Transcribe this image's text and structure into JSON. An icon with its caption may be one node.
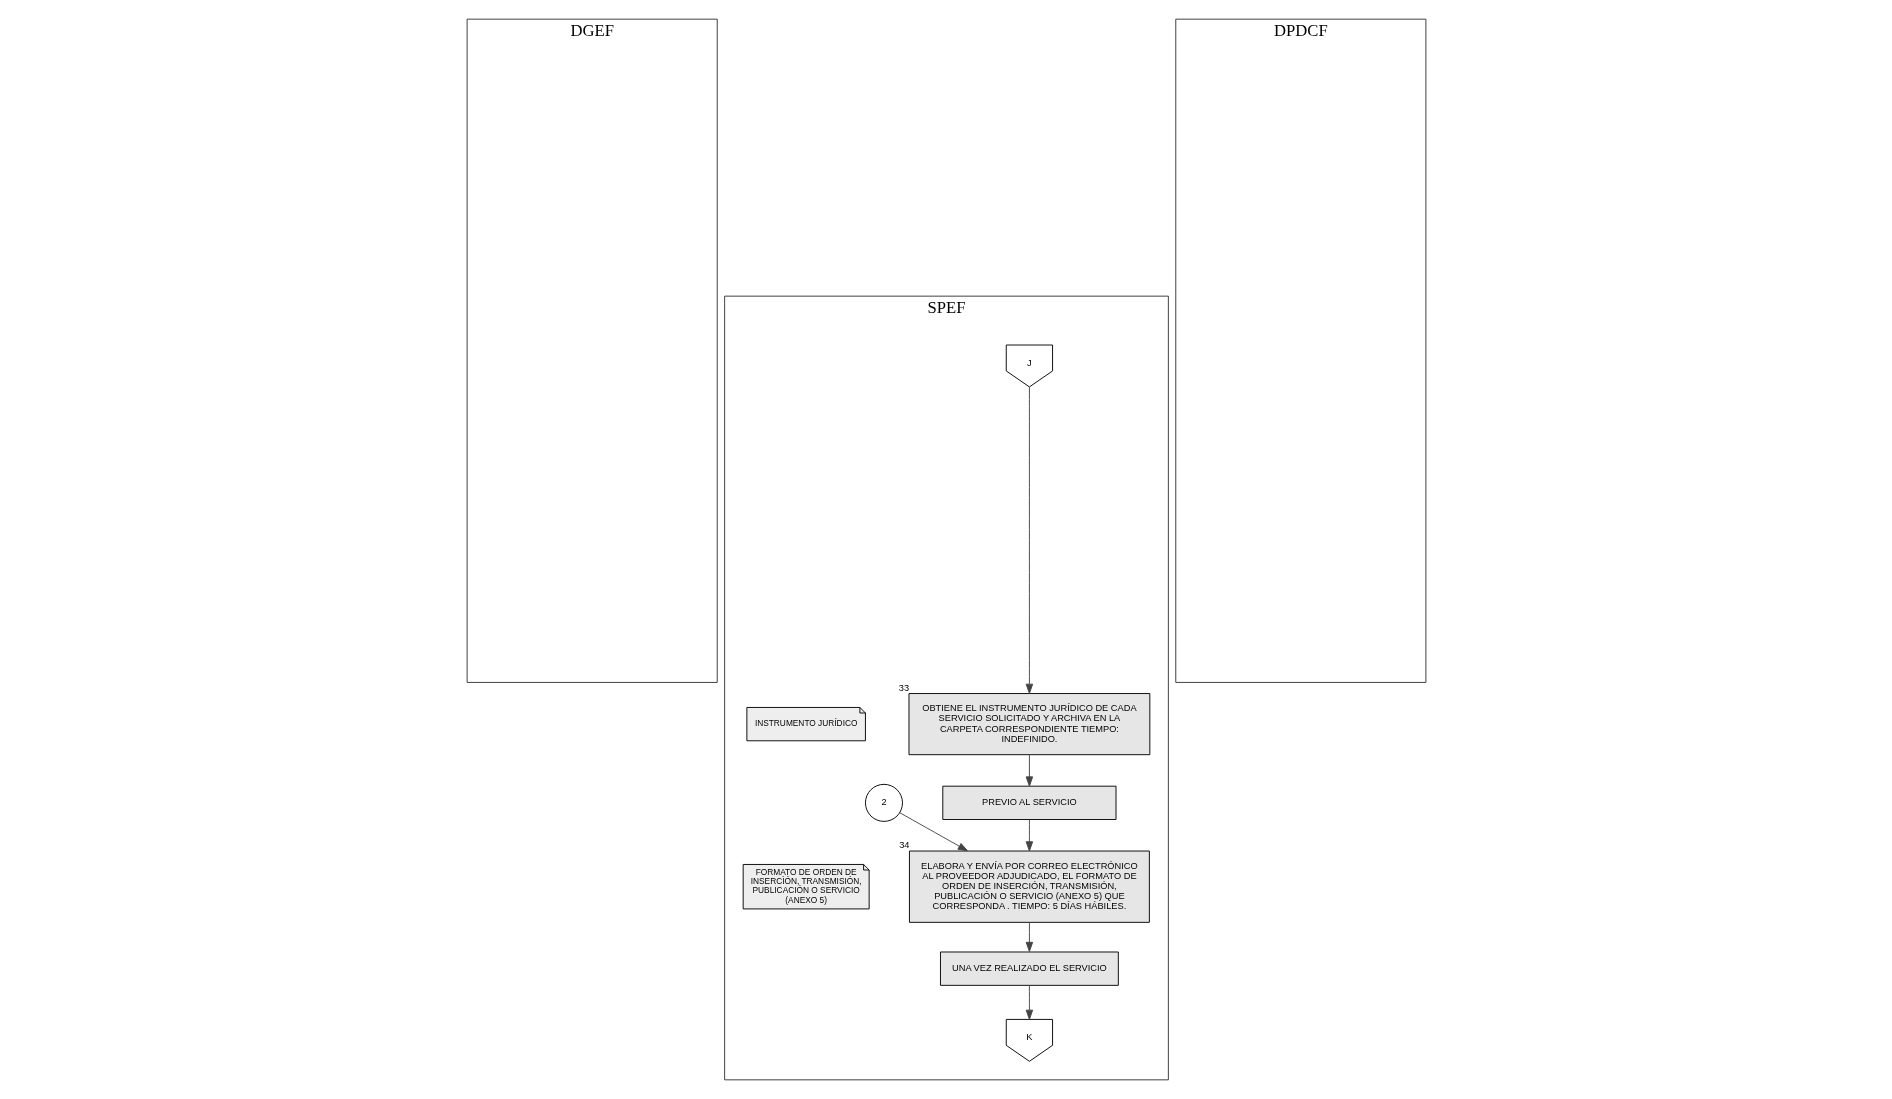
{
  "diagram": {
    "nodes": [
      {
        "text": [
          "DGEF"
        ]
      },
      {
        "text": [
          "SPEF"
        ]
      },
      {
        "text": [
          "DPDCF"
        ]
      },
      {
        "text": [
          "J"
        ],
        "in": 1
      },
      {
        "text": [
          "OBTIENE EL INSTRUMENTO JURÍDICO DE CADA SERVICIO SOLICITADO Y ARCHIVA EN LA CARPETA CORRESPONDIENTE TIEMPO: INDEFINIDO."
        ],
        "beside": [
          "33"
        ],
        "in": 1
      },
      {
        "text": [
          "INSTRUMENTO JURÍDICO"
        ],
        "in": 1
      },
      {
        "text": [
          "PREVIO AL SERVICIO"
        ],
        "in": 1
      },
      {
        "text": [
          "2"
        ],
        "in": 1
      },
      {
        "text": [
          "ELABORA Y ENVÍA POR CORREO ELECTRÓNICO AL PROVEEDOR ADJUDICADO, EL FORMATO DE ORDEN DE INSERCIÓN, TRANSMISIÓN, PUBLICACIÓN O SERVICIO (ANEXO 5) QUE CORRESPONDA . TIEMPO: 5 DÍAS HÁBILES."
        ],
        "beside": [
          "34"
        ],
        "in": 1
      },
      {
        "text": [
          "FORMATO DE ORDEN DE INSERCÌÓN, TRANSMISIÓN, PUBLICACIÓN O SERVICIO (ANEXO 5)"
        ],
        "in": 1
      },
      {
        "text": [
          "UNA VEZ REALIZADO EL SERVICIO"
        ],
        "in": 1
      },
      {
        "text": [
          "K"
        ],
        "in": 1
      }
    ],
    "edges": [
      {
        "from": 3,
        "to": 4,
        "arrow": "to"
      },
      {
        "from": 4,
        "to": 6,
        "arrow": "to"
      },
      {
        "from": 6,
        "to": 8,
        "arrow": "to"
      },
      {
        "from": 7,
        "to": 8,
        "arrow": "to"
      },
      {
        "from": 8,
        "to": 10,
        "arrow": "to"
      },
      {
        "from": 10,
        "to": 11,
        "arrow": "to"
      }
    ]
  }
}
